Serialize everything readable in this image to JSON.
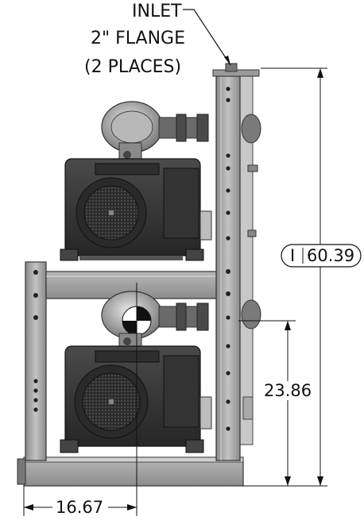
{
  "callout": {
    "line1": "INLET",
    "line2": "2\" FLANGE",
    "line3": "(2 PLACES)"
  },
  "dimensions": {
    "overall_height_prefix": "I",
    "overall_height": "60.39",
    "inlet_height": "23.86",
    "width_to_center": "16.67"
  },
  "colors": {
    "frame": "#9a9a9a",
    "frame_dark": "#555555",
    "motor": "#3a3a3a",
    "motor_dark": "#222222",
    "line": "#111111"
  }
}
